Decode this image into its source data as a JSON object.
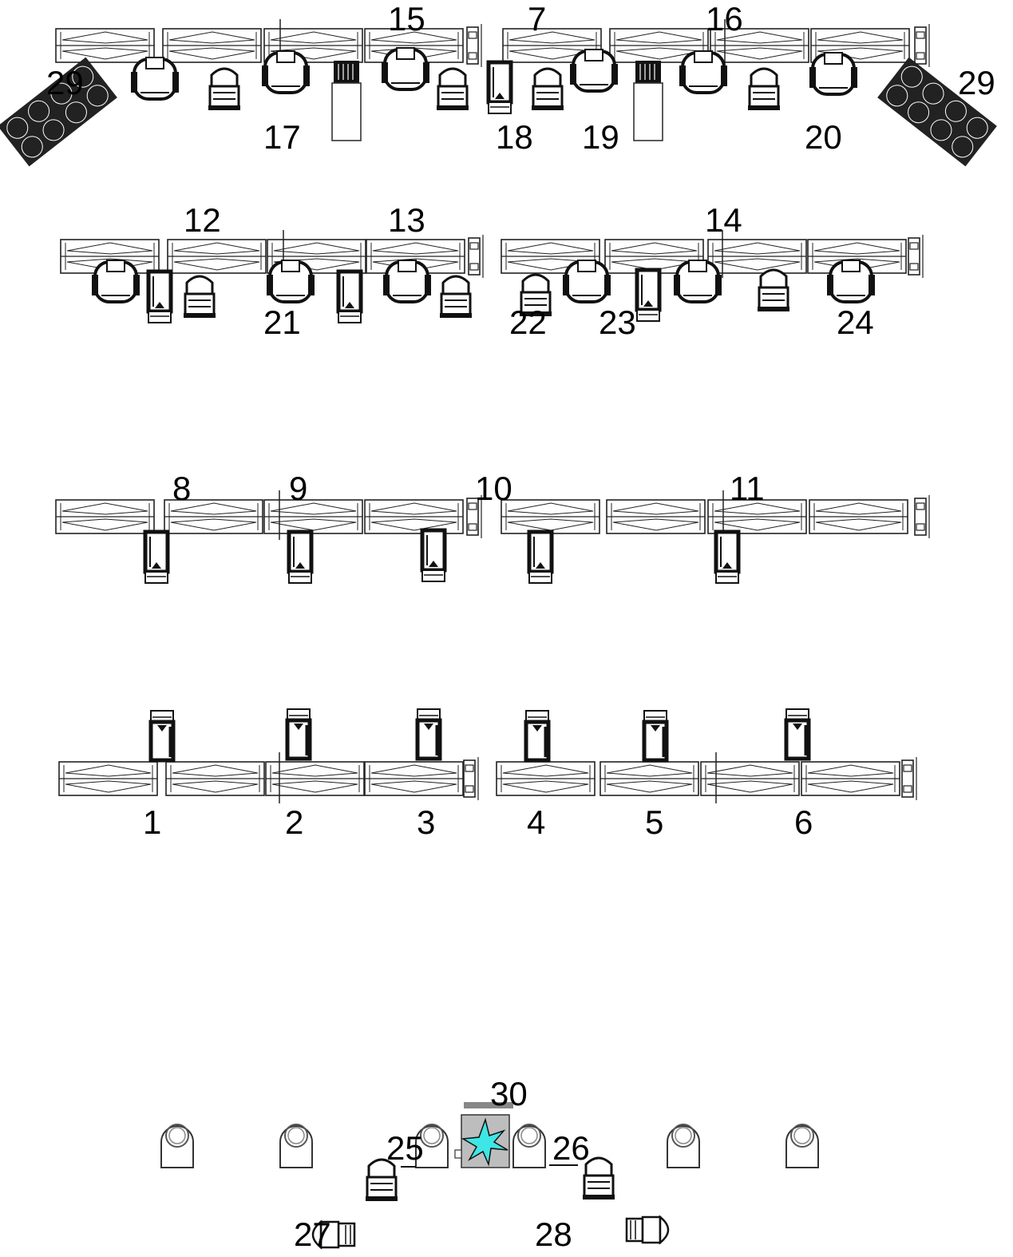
{
  "labels": {
    "l1": "1",
    "l2": "2",
    "l3": "3",
    "l4": "4",
    "l5": "5",
    "l6": "6",
    "l7": "7",
    "l8": "8",
    "l9": "9",
    "l10": "10",
    "l11": "11",
    "l12": "12",
    "l13": "13",
    "l14": "14",
    "l15": "15",
    "l16": "16",
    "l17": "17",
    "l18": "18",
    "l19": "19",
    "l20": "20",
    "l21": "21",
    "l22": "22",
    "l23": "23",
    "l24": "24",
    "l25": "25",
    "l26": "26",
    "l27": "27",
    "l28": "28",
    "l29a": "29",
    "l29b": "29",
    "l30": "30"
  },
  "colors": {
    "line": "#222222",
    "fixture_dark": "#111111",
    "fixture_fill": "#ffffff",
    "center_box": "#bdbdbd",
    "star": "#3fe6e6"
  }
}
